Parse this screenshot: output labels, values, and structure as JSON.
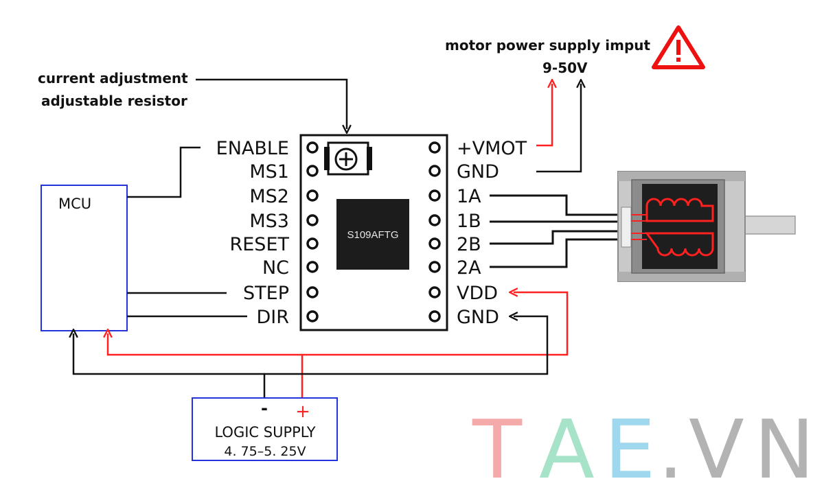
{
  "annotations": {
    "pot_line1": "current adjustment",
    "pot_line2": "adjustable resistor",
    "vmot_title": "motor power supply imput",
    "vmot_range": "9-50V"
  },
  "mcu": {
    "label": "MCU"
  },
  "chip": {
    "label": "S109AFTG"
  },
  "left_pins": [
    "ENABLE",
    "MS1",
    "MS2",
    "MS3",
    "RESET",
    "NC",
    "STEP",
    "DIR"
  ],
  "right_pins": [
    "+VMOT",
    "GND",
    "1A",
    "1B",
    "2B",
    "2A",
    "VDD",
    "GND"
  ],
  "logic_supply": {
    "minus": "-",
    "plus": "+",
    "label": "LOGIC SUPPLY",
    "range": "4. 75–5. 25V"
  },
  "watermark": {
    "letters": [
      {
        "char": "T",
        "color": "#f5aaaa"
      },
      {
        "char": "A",
        "color": "#a6e3c8"
      },
      {
        "char": "E",
        "color": "#9fd7ef"
      },
      {
        "char": ".",
        "color": "#b3b3b3"
      },
      {
        "char": "V",
        "color": "#b3b3b3"
      },
      {
        "char": "N",
        "color": "#b3b3b3"
      }
    ]
  },
  "colors": {
    "wire_red": "#ff2020",
    "wire_black": "#111111",
    "box_blue": "#2233dd",
    "chip_dark": "#1c1c1c",
    "warning_red": "#ee1111"
  },
  "icons": [
    "potentiometer-icon",
    "warning-icon",
    "stepper-motor-icon"
  ]
}
